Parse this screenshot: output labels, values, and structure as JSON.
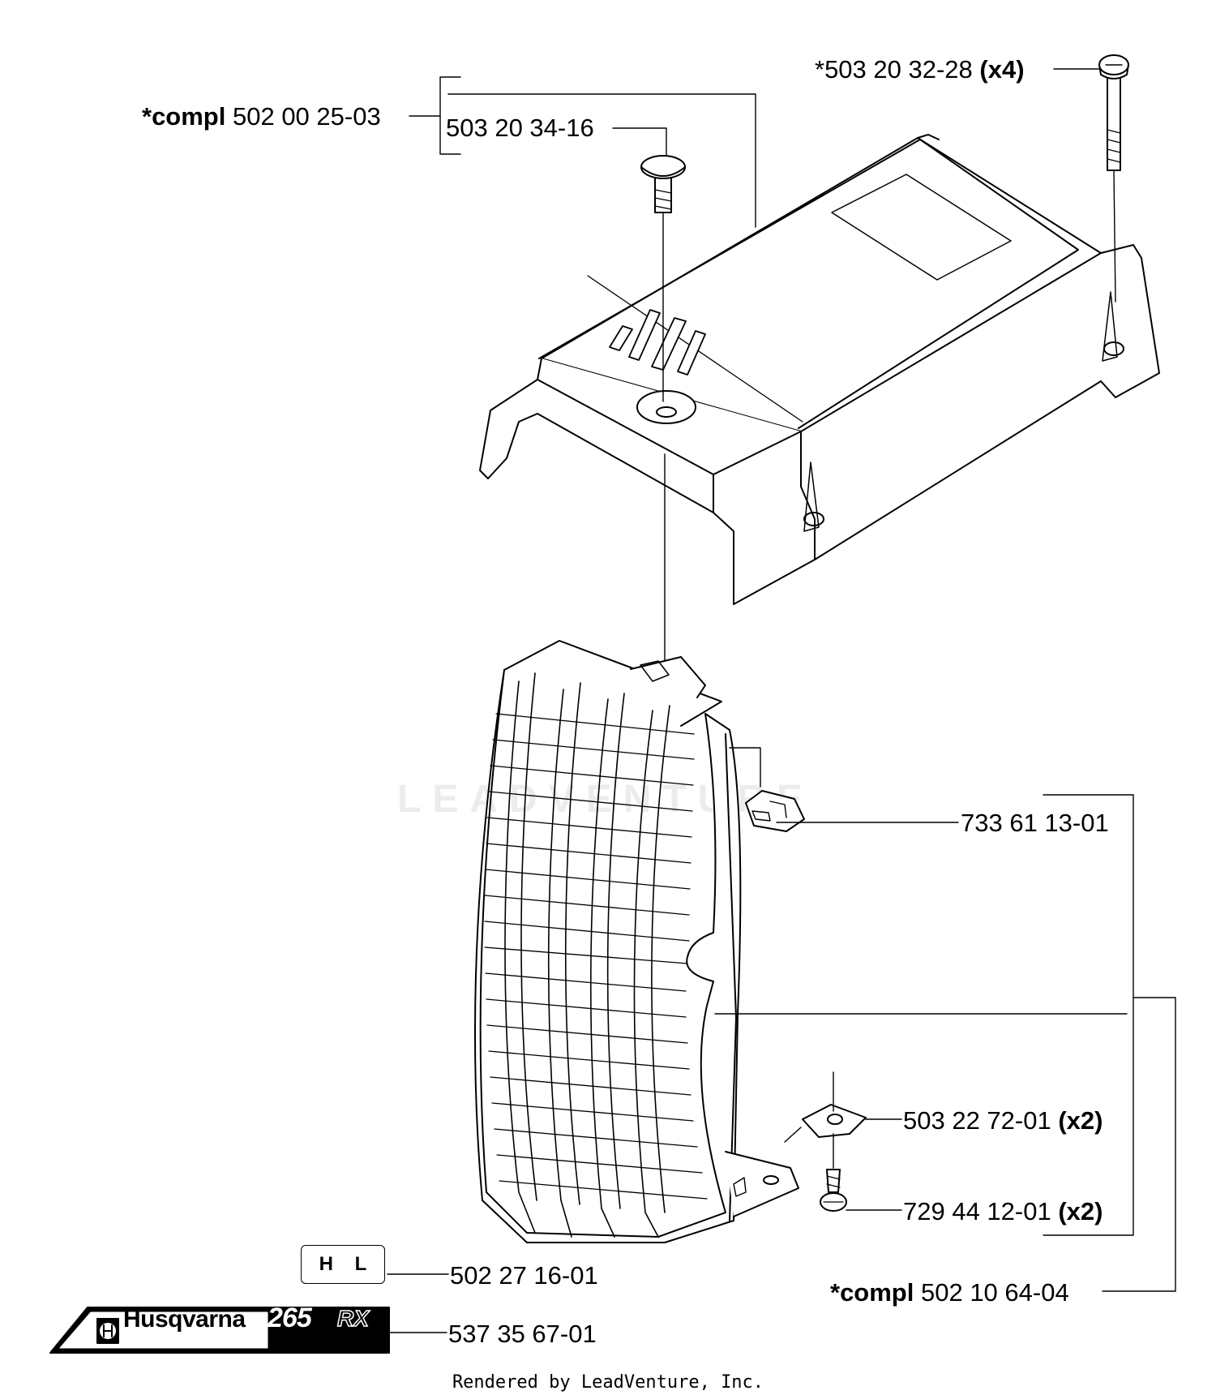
{
  "callouts": {
    "compl_top": {
      "prefix": "*compl",
      "number": "502 00 25-03"
    },
    "screw_cover": {
      "number": "503 20 34-16"
    },
    "screw_x4": {
      "number": "*503 20 32-28",
      "qty": "(x4)"
    },
    "clip": {
      "number": "733 61 13-01"
    },
    "nut": {
      "number": "503 22 72-01",
      "qty": "(x2)"
    },
    "screw_x2": {
      "number": "729 44 12-01",
      "qty": "(x2)"
    },
    "compl_bottom": {
      "prefix": "*compl",
      "number": "502 10 64-04"
    },
    "sticker_hl": {
      "number": "502 27 16-01"
    },
    "decal": {
      "number": "537 35 67-01"
    }
  },
  "hl_sticker": {
    "text": "H L"
  },
  "brand_decal": {
    "brand": "Husqvarna",
    "model": "265",
    "suffix": "RX"
  },
  "footer": {
    "text": "Rendered by LeadVenture, Inc."
  },
  "watermark": {
    "text": "LEADVENTURE"
  }
}
